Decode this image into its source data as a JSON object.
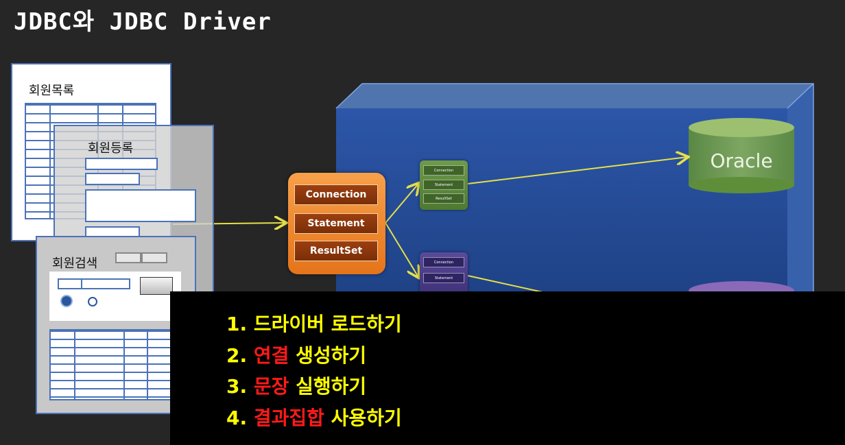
{
  "title": "JDBC와 JDBC Driver",
  "forms": {
    "member_list": {
      "title": "회원목록"
    },
    "member_register": {
      "title": "회원등록"
    },
    "member_search": {
      "title": "회원검색"
    }
  },
  "jdbc_objects": {
    "items": [
      "Connection",
      "Statement",
      "ResultSet"
    ]
  },
  "drivers": [
    {
      "items": [
        "Connection",
        "Statement",
        "ResultSet"
      ],
      "color": "#5a8a38"
    },
    {
      "items": [
        "Connection",
        "Statement"
      ],
      "color": "#4a3a8a"
    }
  ],
  "database": {
    "label": "Oracle"
  },
  "steps": [
    {
      "num": "1.",
      "highlight": "",
      "rest": "드라이버 로드하기"
    },
    {
      "num": "2.",
      "highlight": "연결",
      "rest": "생성하기"
    },
    {
      "num": "3.",
      "highlight": "문장",
      "rest": "실행하기"
    },
    {
      "num": "4.",
      "highlight": "결과집합",
      "rest": "사용하기"
    }
  ],
  "colors": {
    "accent_yellow": "#ffff00",
    "accent_red": "#ff1a1a",
    "jdbc_orange": "#e5741a",
    "form_border": "#4a72b8"
  }
}
